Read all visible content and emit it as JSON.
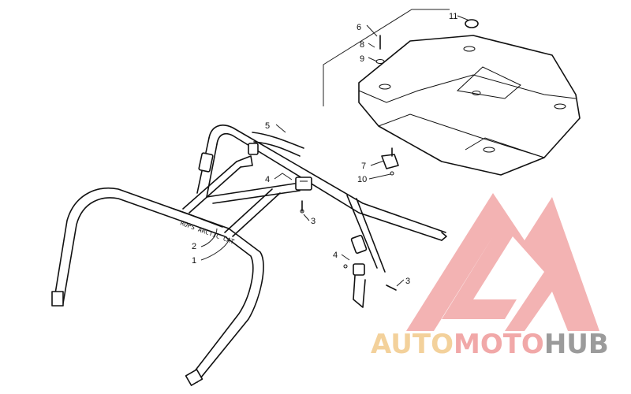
{
  "callouts": {
    "c1": "1",
    "c2": "2",
    "c3a": "3",
    "c3b": "3",
    "c4a": "4",
    "c4b": "4",
    "c5": "5",
    "c6": "6",
    "c7": "7",
    "c8": "8",
    "c9": "9",
    "c10": "10",
    "c11": "11"
  },
  "rops_label": "ROPS ARCTIC CAT",
  "watermark": {
    "word_part1": "AUTO",
    "word_part2": "MOTO",
    "word_part3": "HUB",
    "color_primary": "#e8a0a0",
    "color_secondary": "#f2c98a",
    "color_tertiary": "#8a8a8a"
  }
}
